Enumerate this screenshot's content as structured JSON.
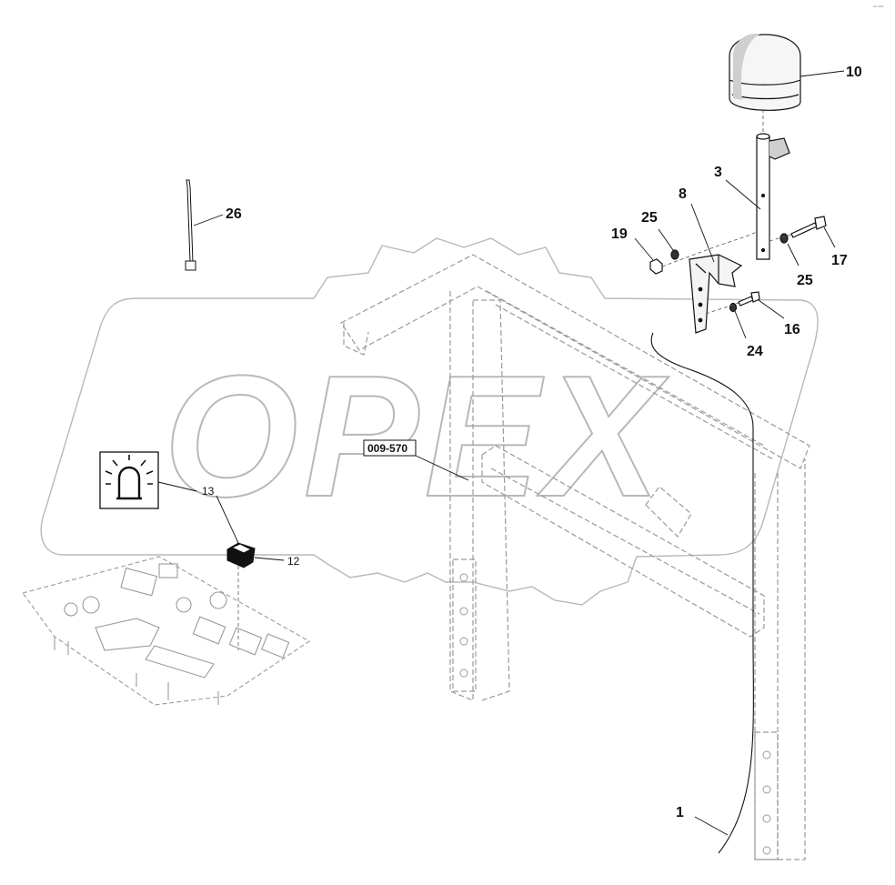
{
  "watermark": {
    "text": "OPEX"
  },
  "reference": {
    "label": "009-570"
  },
  "corner_mark": "°° °°°",
  "callouts": [
    {
      "id": "c10",
      "text": "10"
    },
    {
      "id": "c3",
      "text": "3"
    },
    {
      "id": "c8",
      "text": "8"
    },
    {
      "id": "c26",
      "text": "26"
    },
    {
      "id": "c25a",
      "text": "25"
    },
    {
      "id": "c19",
      "text": "19"
    },
    {
      "id": "c17",
      "text": "17"
    },
    {
      "id": "c25b",
      "text": "25"
    },
    {
      "id": "c16",
      "text": "16"
    },
    {
      "id": "c24",
      "text": "24"
    },
    {
      "id": "c13",
      "text": "13"
    },
    {
      "id": "c12",
      "text": "12"
    },
    {
      "id": "c1",
      "text": "1"
    }
  ],
  "colors": {
    "line": "#111111",
    "ghost": "#9a9a9a",
    "watermark": "#b8b8b8"
  }
}
